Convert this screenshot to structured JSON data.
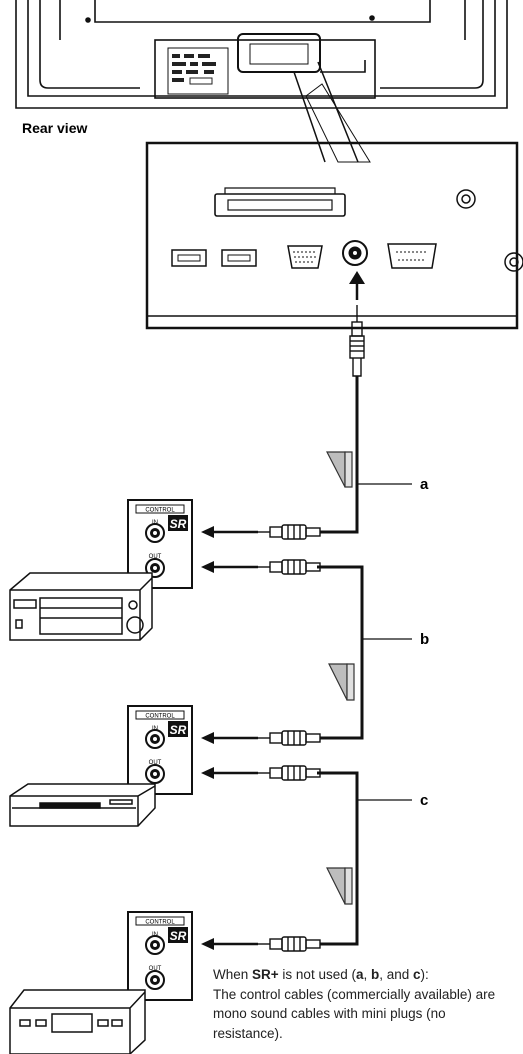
{
  "rear_view_label": "Rear view",
  "cable_labels": {
    "a": "a",
    "b": "b",
    "c": "c"
  },
  "panel": {
    "control_label": "CONTROL",
    "in_label": "IN",
    "out_label": "OUT",
    "sr_badge": "SR"
  },
  "note": {
    "prefix": "When ",
    "sr_plus": "SR+",
    "mid": " is not used (",
    "a": "a",
    "sep1": ", ",
    "b": "b",
    "sep2": ", and ",
    "c": "c",
    "suffix": "):",
    "body": "The control cables (commercially available) are mono sound cables with mini plugs (no resistance)."
  }
}
